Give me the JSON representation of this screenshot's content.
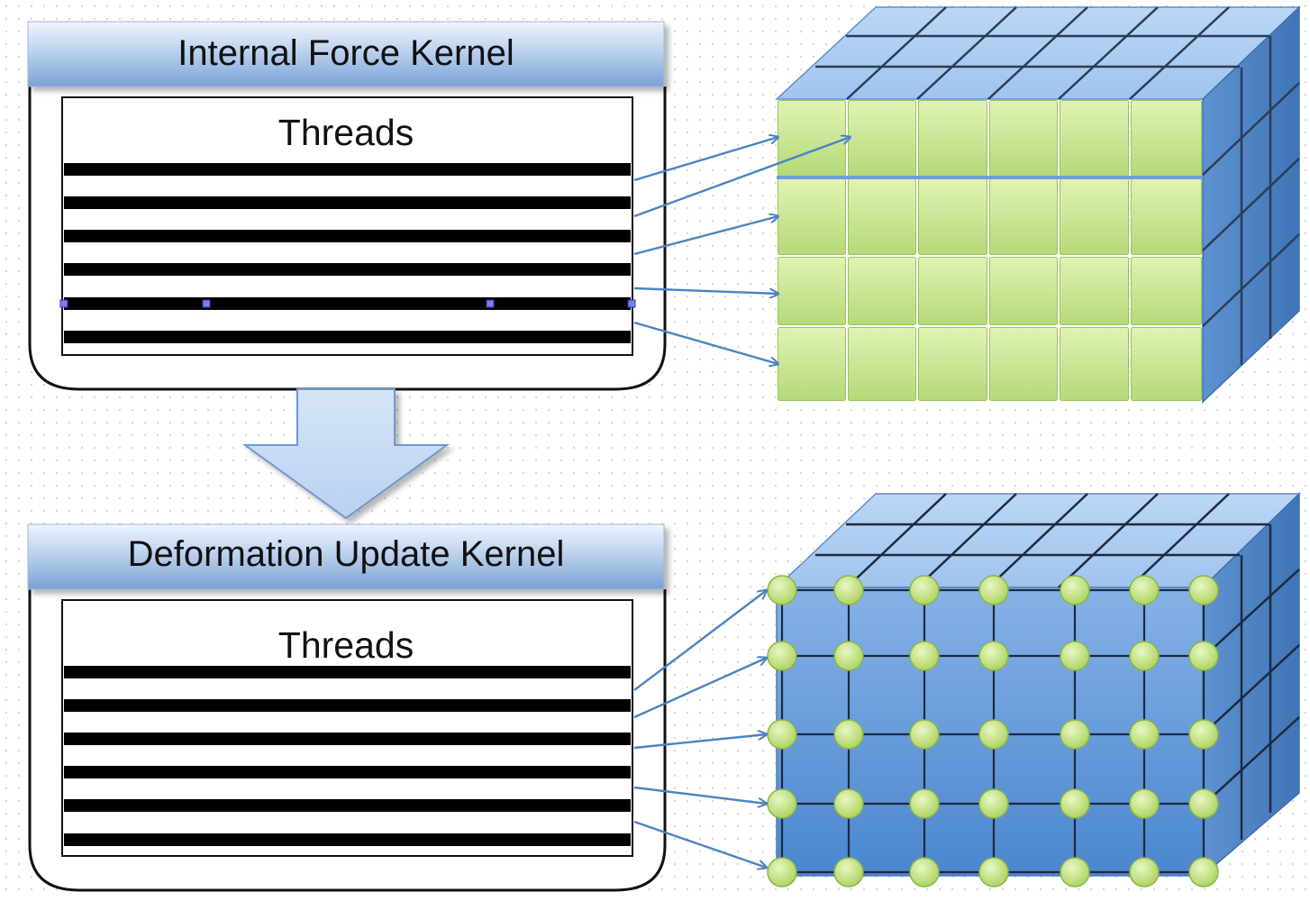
{
  "kernels": [
    {
      "title": "Internal Force Kernel",
      "threads_label": "Threads",
      "target": "element-grid"
    },
    {
      "title": "Deformation Update Kernel",
      "threads_label": "Threads",
      "target": "node-grid"
    }
  ],
  "colors": {
    "title_bar_top": "#dbe7f7",
    "title_bar_bottom": "#7fa6d6",
    "cube_face": "#6f9fdb",
    "cube_top": "#9dc3ef",
    "cube_side": "#4c80bf",
    "element_cell": "#c5e48b",
    "node": "#b8dc6c",
    "arrow": "#4b84bf",
    "thread_bar": "#000000"
  }
}
